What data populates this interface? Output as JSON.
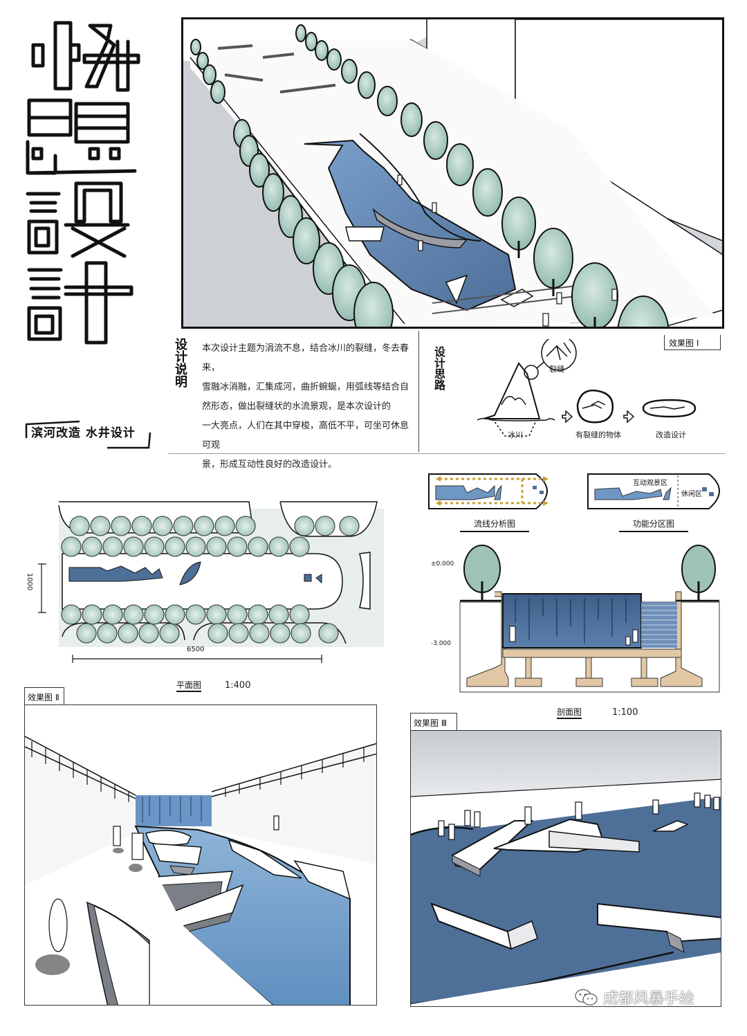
{
  "poster": {
    "title_chars": [
      "快",
      "题",
      "設",
      "計"
    ],
    "subtitle": "滨河改造 水井设计",
    "colors": {
      "water": "#4e6f98",
      "water_light": "#6f97c4",
      "tree": "#8fb8ac",
      "tree_light": "#b9d6cc",
      "ground_gray": "#cfd2d6",
      "wall_gray": "#7b7f86",
      "section_wall": "#e2c7a5",
      "ink": "#111111",
      "arrow_yellow": "#c8a030"
    }
  },
  "perspective_1": {
    "label": "效果图 Ⅰ"
  },
  "design_description": {
    "heading": "设计说明",
    "lines": [
      "本次设计主题为涓流不息，结合冰川的裂缝，冬去春来，",
      "雪融冰消融，汇集成河，曲折蜿蜒，用弧线等结合自",
      "然形态，做出裂缝状的水流景观，是本次设计的",
      "一大亮点，人们在其中穿梭，高低不平，可坐可休息可观",
      "景，形成互动性良好的改造设计。"
    ]
  },
  "design_idea": {
    "heading": "设计思路",
    "callout": "裂缝",
    "steps": [
      {
        "caption": "冰川"
      },
      {
        "caption": "有裂缝的物体"
      },
      {
        "caption": "改造设计"
      }
    ]
  },
  "flow_analysis": {
    "caption": "流线分析图"
  },
  "function_zoning": {
    "caption": "功能分区图",
    "zones": [
      "互动观景区",
      "休闲区"
    ]
  },
  "plan": {
    "caption": "平面图",
    "scale": "1:400",
    "dim_length": "6500",
    "dim_width": "1000"
  },
  "section": {
    "caption": "剖面图",
    "scale": "1:100",
    "elev_top": "±0.000",
    "elev_bottom": "-3.000"
  },
  "perspective_2": {
    "label": "效果图 Ⅱ"
  },
  "perspective_3": {
    "label": "效果图 Ⅲ"
  },
  "watermark": {
    "text": "成都风暴手绘",
    "icon": "wechat-icon"
  }
}
